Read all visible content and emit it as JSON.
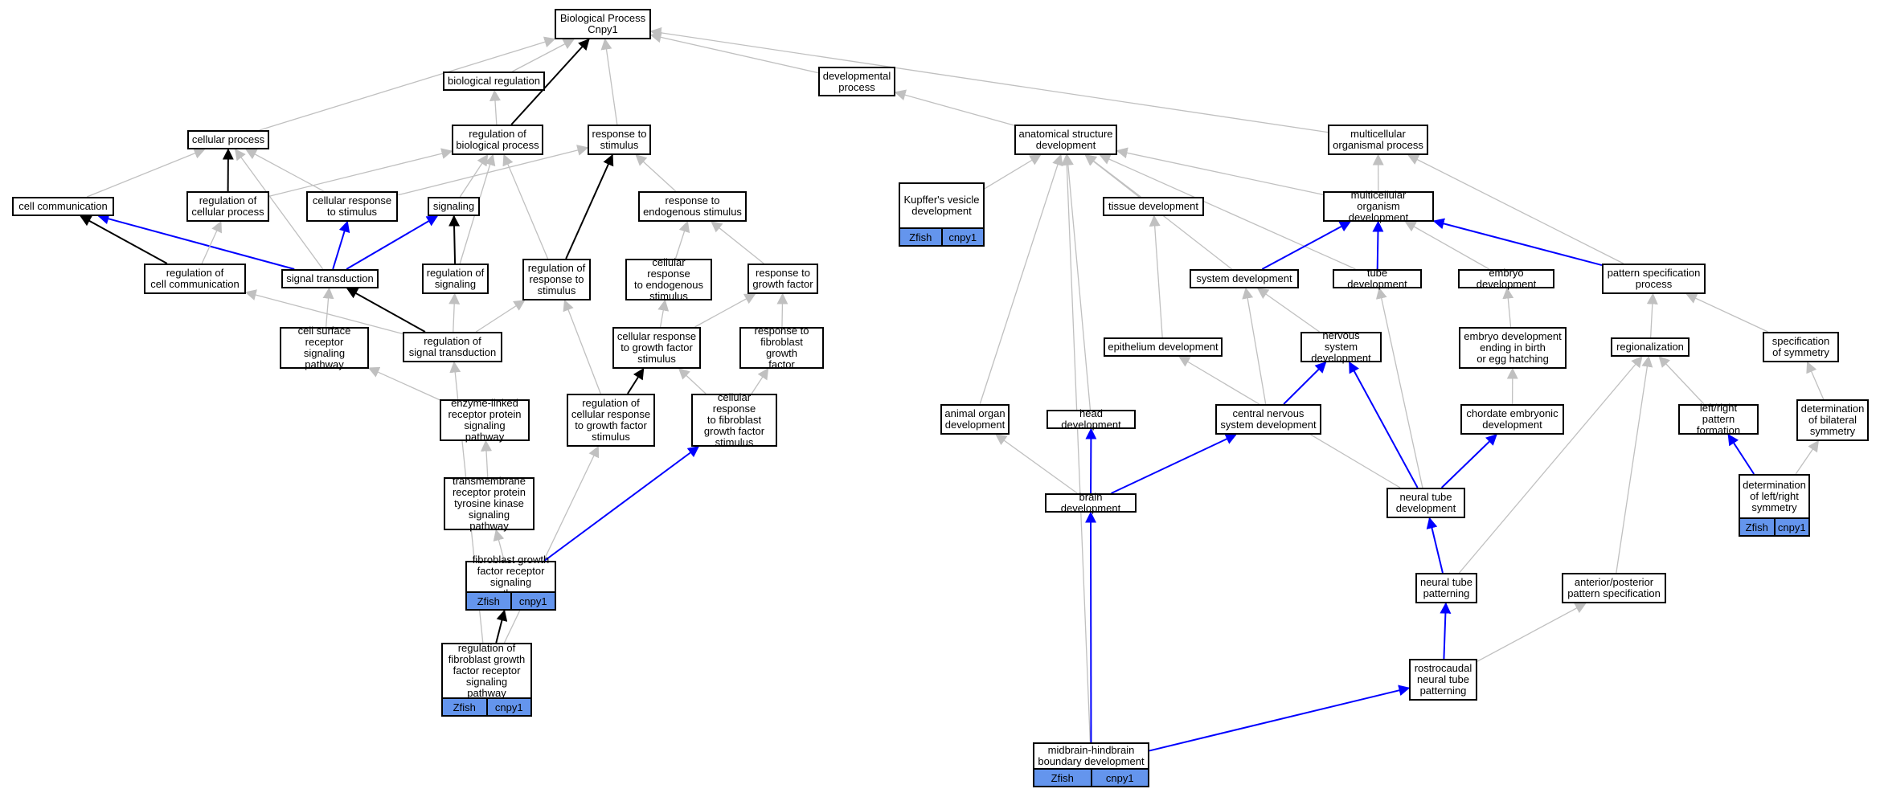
{
  "graph": {
    "root_label": "Biological Process\nCnpy1",
    "colors": {
      "gray_edge": "#c0c0c0",
      "black_edge": "#000000",
      "blue_edge": "#0000ff",
      "badge_fill": "#6495ed"
    },
    "nodes": {
      "root": {
        "label": "Biological Process\nCnpy1"
      },
      "bioreg": {
        "label": "biological regulation"
      },
      "devproc": {
        "label": "developmental\nprocess"
      },
      "cellproc": {
        "label": "cellular process"
      },
      "regbio": {
        "label": "regulation of\nbiological process"
      },
      "resp": {
        "label": "response to\nstimulus"
      },
      "anat": {
        "label": "anatomical structure\ndevelopment"
      },
      "multi": {
        "label": "multicellular\norganismal process"
      },
      "cellcomm": {
        "label": "cell communication"
      },
      "regcell": {
        "label": "regulation of\ncellular process"
      },
      "cellresp": {
        "label": "cellular response\nto stimulus"
      },
      "signaling": {
        "label": "signaling"
      },
      "respendo": {
        "label": "response to\nendogenous stimulus"
      },
      "kupffer": {
        "label": "Kupffer's vesicle\ndevelopment",
        "badge": [
          "Zfish",
          "cnpy1"
        ]
      },
      "tissue": {
        "label": "tissue development"
      },
      "multidev": {
        "label": "multicellular\norganism development"
      },
      "regcomm": {
        "label": "regulation of\ncell communication"
      },
      "sigtrans": {
        "label": "signal transduction"
      },
      "regsig": {
        "label": "regulation of\nsignaling"
      },
      "regresp": {
        "label": "regulation of\nresponse to\nstimulus"
      },
      "cellendo": {
        "label": "cellular response\nto endogenous\nstimulus"
      },
      "respgf": {
        "label": "response to\ngrowth factor"
      },
      "sysdev": {
        "label": "system development"
      },
      "tubedev": {
        "label": "tube development"
      },
      "embryo": {
        "label": "embryo development"
      },
      "pattern": {
        "label": "pattern specification\nprocess"
      },
      "cellsurf": {
        "label": "cell surface\nreceptor signaling\npathway"
      },
      "regsigtrans": {
        "label": "regulation of\nsignal transduction"
      },
      "cellgf": {
        "label": "cellular response\nto growth factor\nstimulus"
      },
      "respfgf": {
        "label": "response to\nfibroblast growth\nfactor"
      },
      "epith": {
        "label": "epithelium development"
      },
      "nervous": {
        "label": "nervous system\ndevelopment"
      },
      "embryoend": {
        "label": "embryo development\nending in birth\nor egg hatching"
      },
      "region": {
        "label": "regionalization"
      },
      "specsym": {
        "label": "specification\nof symmetry"
      },
      "enzyme": {
        "label": "enzyme-linked\nreceptor protein\nsignaling pathway"
      },
      "regcellgf": {
        "label": "regulation of\ncellular response\nto growth factor\nstimulus"
      },
      "cellfgf": {
        "label": "cellular response\nto fibroblast\ngrowth factor\nstimulus"
      },
      "animorg": {
        "label": "animal organ\ndevelopment"
      },
      "headdev": {
        "label": "head development"
      },
      "cns": {
        "label": "central nervous\nsystem development"
      },
      "chordate": {
        "label": "chordate embryonic\ndevelopment"
      },
      "leftright": {
        "label": "left/right pattern\nformation"
      },
      "bilateral": {
        "label": "determination\nof bilateral\nsymmetry"
      },
      "transmem": {
        "label": "transmembrane\nreceptor protein\ntyrosine kinase\nsignaling pathway"
      },
      "brain": {
        "label": "brain development"
      },
      "ntube": {
        "label": "neural tube\ndevelopment"
      },
      "detlr": {
        "label": "determination\nof left/right\nsymmetry",
        "badge": [
          "Zfish",
          "cnpy1"
        ]
      },
      "fgfrec": {
        "label": "fibroblast growth\nfactor receptor\nsignaling pathway",
        "badge": [
          "Zfish",
          "cnpy1"
        ]
      },
      "ntpat": {
        "label": "neural tube\npatterning"
      },
      "ap": {
        "label": "anterior/posterior\npattern specification"
      },
      "regfgf": {
        "label": "regulation of\nfibroblast growth\nfactor receptor\nsignaling pathway",
        "badge": [
          "Zfish",
          "cnpy1"
        ]
      },
      "rostro": {
        "label": "rostrocaudal\nneural tube\npatterning"
      },
      "midhind": {
        "label": "midbrain-hindbrain\nboundary development",
        "badge": [
          "Zfish",
          "cnpy1"
        ]
      }
    },
    "edges": [
      {
        "from": "bioreg",
        "to": "root",
        "color": "gray"
      },
      {
        "from": "cellproc",
        "to": "root",
        "color": "gray"
      },
      {
        "from": "regbio",
        "to": "root",
        "color": "black"
      },
      {
        "from": "resp",
        "to": "root",
        "color": "gray"
      },
      {
        "from": "devproc",
        "to": "root",
        "color": "gray"
      },
      {
        "from": "multi",
        "to": "root",
        "color": "gray"
      },
      {
        "from": "regbio",
        "to": "bioreg",
        "color": "gray"
      },
      {
        "from": "anat",
        "to": "devproc",
        "color": "gray"
      },
      {
        "from": "cellcomm",
        "to": "cellproc",
        "color": "gray"
      },
      {
        "from": "regcell",
        "to": "cellproc",
        "color": "black"
      },
      {
        "from": "cellresp",
        "to": "cellproc",
        "color": "gray"
      },
      {
        "from": "sigtrans",
        "to": "cellproc",
        "color": "gray"
      },
      {
        "from": "regcell",
        "to": "regbio",
        "color": "gray"
      },
      {
        "from": "signaling",
        "to": "regbio",
        "color": "gray"
      },
      {
        "from": "regsig",
        "to": "regbio",
        "color": "gray"
      },
      {
        "from": "regresp",
        "to": "regbio",
        "color": "gray"
      },
      {
        "from": "cellresp",
        "to": "resp",
        "color": "gray"
      },
      {
        "from": "respendo",
        "to": "resp",
        "color": "gray"
      },
      {
        "from": "regresp",
        "to": "resp",
        "color": "black"
      },
      {
        "from": "multidev",
        "to": "multi",
        "color": "gray"
      },
      {
        "from": "pattern",
        "to": "multi",
        "color": "gray"
      },
      {
        "from": "kupffer",
        "to": "anat",
        "color": "gray"
      },
      {
        "from": "tissue",
        "to": "anat",
        "color": "gray"
      },
      {
        "from": "multidev",
        "to": "anat",
        "color": "gray"
      },
      {
        "from": "sysdev",
        "to": "anat",
        "color": "gray"
      },
      {
        "from": "tubedev",
        "to": "anat",
        "color": "gray"
      },
      {
        "from": "animorg",
        "to": "anat",
        "color": "gray"
      },
      {
        "from": "headdev",
        "to": "anat",
        "color": "gray"
      },
      {
        "from": "midhind",
        "to": "anat",
        "color": "gray"
      },
      {
        "from": "regcomm",
        "to": "cellcomm",
        "color": "black"
      },
      {
        "from": "sigtrans",
        "to": "cellcomm",
        "color": "blue"
      },
      {
        "from": "regcomm",
        "to": "regcell",
        "color": "gray"
      },
      {
        "from": "sigtrans",
        "to": "cellresp",
        "color": "blue"
      },
      {
        "from": "sigtrans",
        "to": "signaling",
        "color": "blue"
      },
      {
        "from": "regsig",
        "to": "signaling",
        "color": "black"
      },
      {
        "from": "cellendo",
        "to": "respendo",
        "color": "gray"
      },
      {
        "from": "respgf",
        "to": "respendo",
        "color": "gray"
      },
      {
        "from": "epith",
        "to": "tissue",
        "color": "gray"
      },
      {
        "from": "sysdev",
        "to": "multidev",
        "color": "blue"
      },
      {
        "from": "tubedev",
        "to": "multidev",
        "color": "blue"
      },
      {
        "from": "embryo",
        "to": "multidev",
        "color": "gray"
      },
      {
        "from": "pattern",
        "to": "multidev",
        "color": "blue"
      },
      {
        "from": "regsigtrans",
        "to": "regcomm",
        "color": "gray"
      },
      {
        "from": "regsigtrans",
        "to": "sigtrans",
        "color": "black"
      },
      {
        "from": "cellsurf",
        "to": "sigtrans",
        "color": "gray"
      },
      {
        "from": "regsigtrans",
        "to": "regsig",
        "color": "gray"
      },
      {
        "from": "regsigtrans",
        "to": "regresp",
        "color": "gray"
      },
      {
        "from": "cellgf",
        "to": "cellendo",
        "color": "gray"
      },
      {
        "from": "cellgf",
        "to": "respgf",
        "color": "gray"
      },
      {
        "from": "respfgf",
        "to": "respgf",
        "color": "gray"
      },
      {
        "from": "nervous",
        "to": "sysdev",
        "color": "gray"
      },
      {
        "from": "cns",
        "to": "sysdev",
        "color": "gray"
      },
      {
        "from": "ntube",
        "to": "tubedev",
        "color": "gray"
      },
      {
        "from": "embryoend",
        "to": "embryo",
        "color": "gray"
      },
      {
        "from": "region",
        "to": "pattern",
        "color": "gray"
      },
      {
        "from": "specsym",
        "to": "pattern",
        "color": "gray"
      },
      {
        "from": "enzyme",
        "to": "cellsurf",
        "color": "gray"
      },
      {
        "from": "regfgf",
        "to": "regsigtrans",
        "color": "gray"
      },
      {
        "from": "regcellgf",
        "to": "regresp",
        "color": "gray"
      },
      {
        "from": "regcellgf",
        "to": "cellgf",
        "color": "black"
      },
      {
        "from": "cellfgf",
        "to": "cellgf",
        "color": "gray"
      },
      {
        "from": "cellfgf",
        "to": "respfgf",
        "color": "gray"
      },
      {
        "from": "ntube",
        "to": "epith",
        "color": "gray"
      },
      {
        "from": "cns",
        "to": "nervous",
        "color": "blue"
      },
      {
        "from": "ntube",
        "to": "nervous",
        "color": "blue"
      },
      {
        "from": "chordate",
        "to": "embryoend",
        "color": "gray"
      },
      {
        "from": "leftright",
        "to": "region",
        "color": "gray"
      },
      {
        "from": "ntpat",
        "to": "region",
        "color": "gray"
      },
      {
        "from": "ap",
        "to": "region",
        "color": "gray"
      },
      {
        "from": "bilateral",
        "to": "specsym",
        "color": "gray"
      },
      {
        "from": "transmem",
        "to": "enzyme",
        "color": "gray"
      },
      {
        "from": "regfgf",
        "to": "regcellgf",
        "color": "gray"
      },
      {
        "from": "fgfrec",
        "to": "cellfgf",
        "color": "blue"
      },
      {
        "from": "brain",
        "to": "animorg",
        "color": "gray"
      },
      {
        "from": "brain",
        "to": "headdev",
        "color": "blue"
      },
      {
        "from": "brain",
        "to": "cns",
        "color": "blue"
      },
      {
        "from": "ntube",
        "to": "chordate",
        "color": "blue"
      },
      {
        "from": "detlr",
        "to": "leftright",
        "color": "blue"
      },
      {
        "from": "detlr",
        "to": "bilateral",
        "color": "gray"
      },
      {
        "from": "fgfrec",
        "to": "transmem",
        "color": "gray"
      },
      {
        "from": "midhind",
        "to": "brain",
        "color": "blue"
      },
      {
        "from": "ntpat",
        "to": "ntube",
        "color": "blue"
      },
      {
        "from": "rostro",
        "to": "ntpat",
        "color": "blue"
      },
      {
        "from": "rostro",
        "to": "ap",
        "color": "gray"
      },
      {
        "from": "regfgf",
        "to": "fgfrec",
        "color": "black"
      },
      {
        "from": "midhind",
        "to": "rostro",
        "color": "blue"
      }
    ]
  }
}
